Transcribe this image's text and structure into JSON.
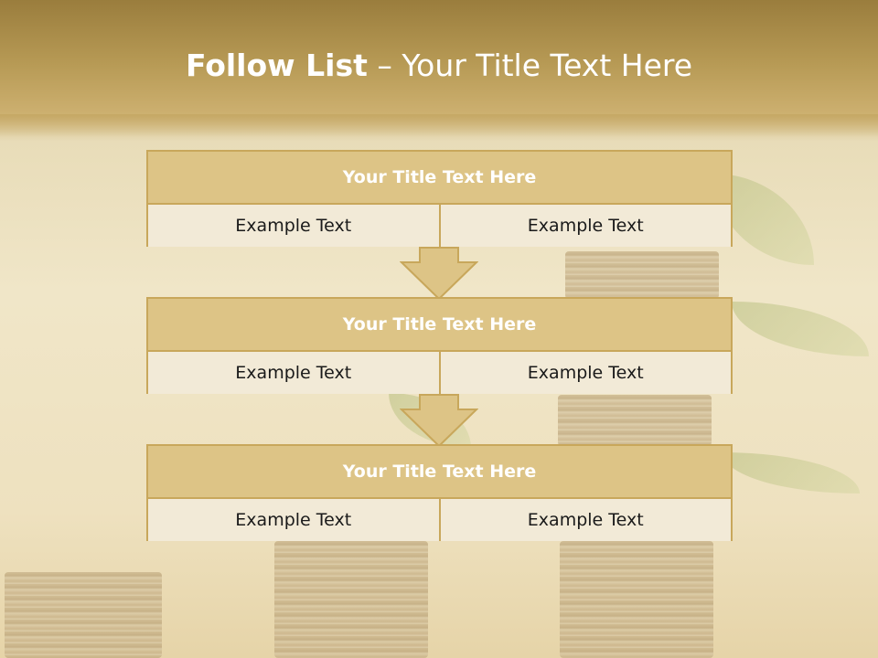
{
  "title": {
    "bold": "Follow List",
    "rest": " – Your Title Text Here"
  },
  "blocks": [
    {
      "header": "Your Title Text Here",
      "cells": [
        "Example Text",
        "Example Text"
      ]
    },
    {
      "header": "Your Title Text Here",
      "cells": [
        "Example Text",
        "Example Text"
      ]
    },
    {
      "header": "Your Title Text Here",
      "cells": [
        "Example Text",
        "Example Text"
      ]
    }
  ],
  "colors": {
    "header_fill": "#ddc486",
    "border": "#c8a75b",
    "cell_fill": "#f2ead7",
    "title_text": "#ffffff"
  },
  "icons": [
    "down-arrow-icon"
  ]
}
